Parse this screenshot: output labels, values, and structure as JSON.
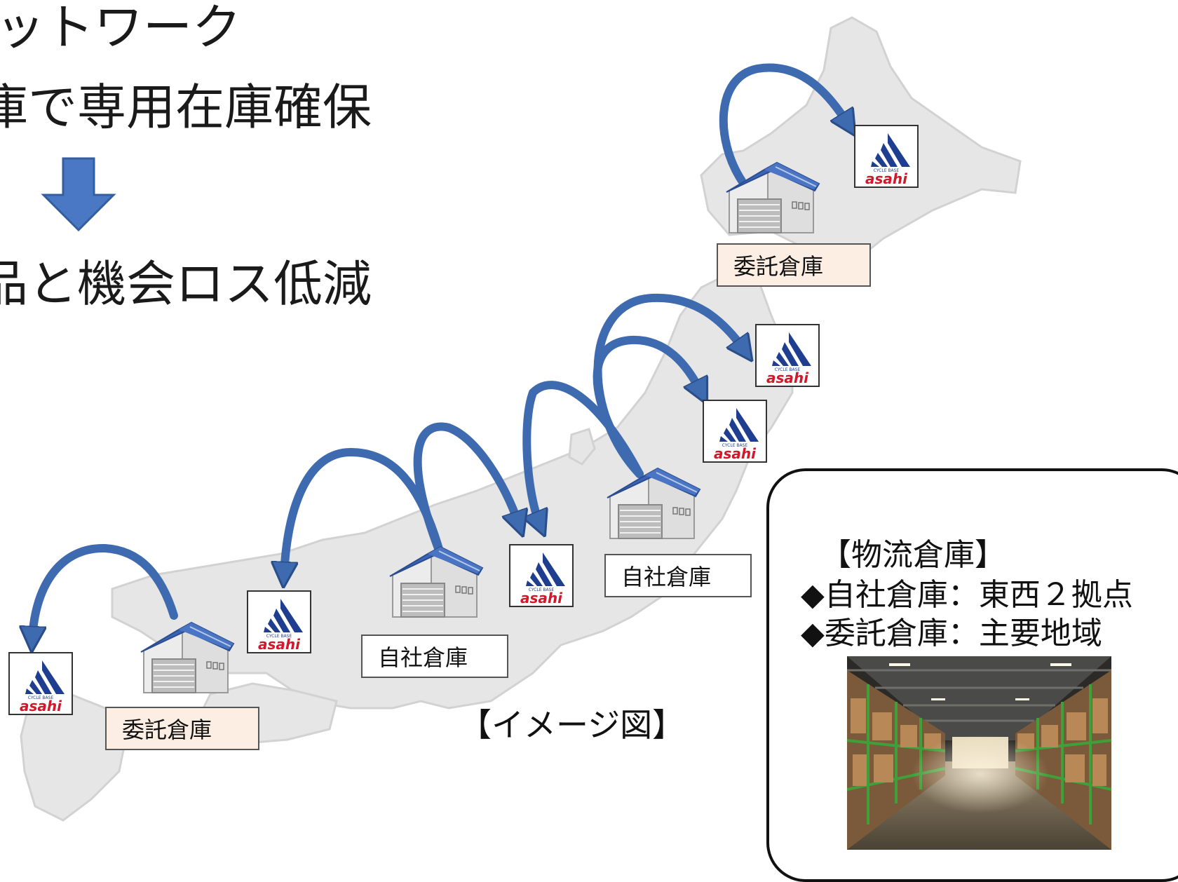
{
  "headline": {
    "line1": "ットワーク",
    "line2": "庫で専用在庫確保",
    "line3": "品と機会ロス低減"
  },
  "warehouse_labels": {
    "consign_hokkaido": "委託倉庫",
    "own_east": "自社倉庫",
    "own_central": "自社倉庫",
    "consign_west": "委託倉庫"
  },
  "logo": {
    "small_text": "CYCLE BASE",
    "brand": "asahi",
    "brand_color": "#d2192b",
    "mark_color": "#1f3e8f"
  },
  "caption": "【イメージ図】",
  "info": {
    "heading": "【物流倉庫】",
    "item1": "◆自社倉庫：東西２拠点",
    "item2": "◆委託倉庫：主要地域"
  },
  "colors": {
    "arrow": "#3e6ab0",
    "arrow_edge": "#2a4e8a",
    "map_land": "#e6e6e6",
    "roof": "#3b64b5"
  }
}
